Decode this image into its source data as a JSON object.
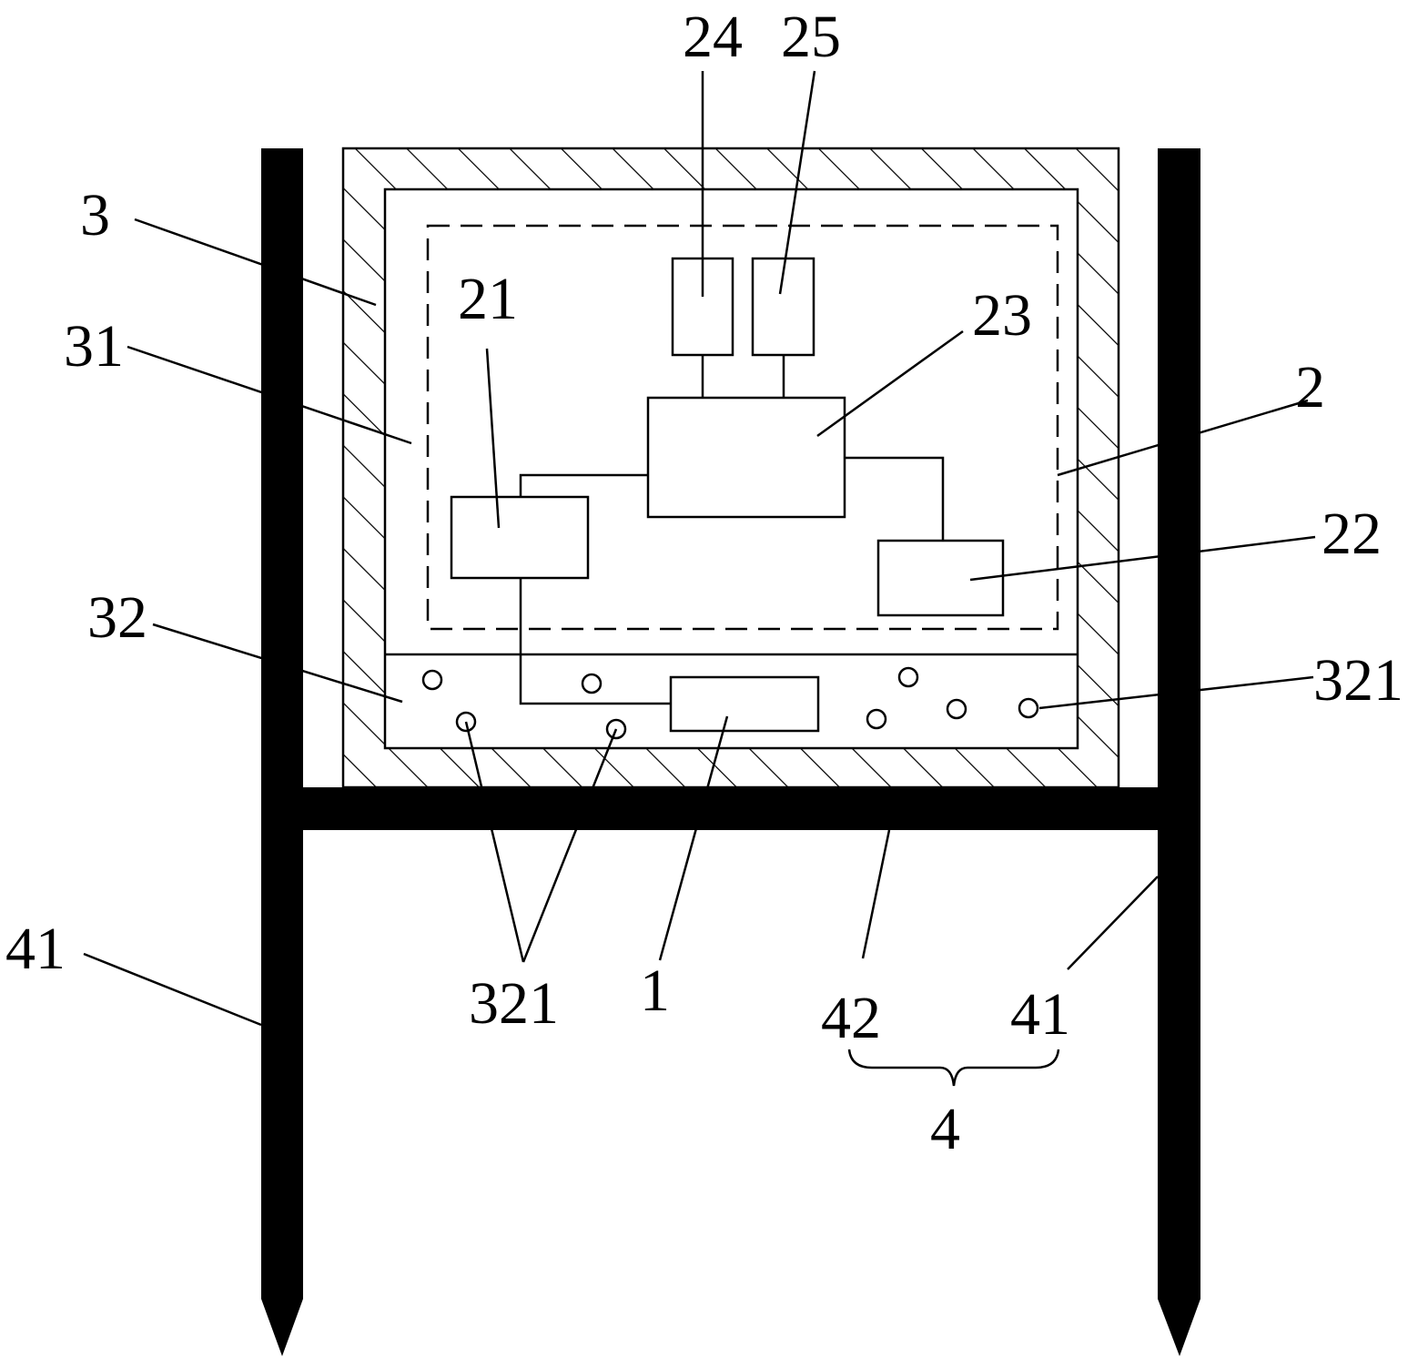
{
  "colors": {
    "ink": "#000000",
    "background": "#ffffff"
  },
  "labels": {
    "top_24": "24",
    "top_25": "25",
    "housing_3": "3",
    "inner_31": "31",
    "module_21": "21",
    "processor_23": "23",
    "dashed_2": "2",
    "module_22": "22",
    "panel_32": "32",
    "holes_321_right": "321",
    "holes_321_bottom": "321",
    "sensor_1": "1",
    "post_41_left": "41",
    "beam_42": "42",
    "post_41_right": "41",
    "stand_4": "4"
  }
}
